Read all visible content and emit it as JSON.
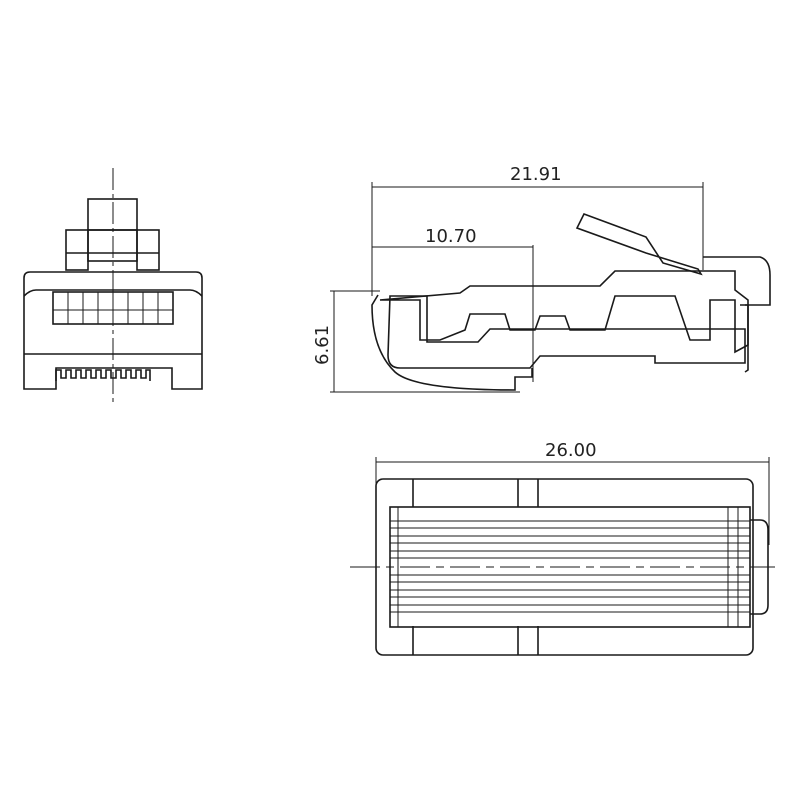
{
  "drawing": {
    "subject": "RJ45 modular plug technical drawing",
    "views": [
      "front-view",
      "side-section-view",
      "top-view"
    ],
    "dimensions": {
      "overall_length_top": "21.91",
      "partial_length": "10.70",
      "height": "6.61",
      "bottom_view_length": "26.00"
    },
    "contacts_count": 8,
    "colors": {
      "line": "#1a1a1a",
      "background": "#ffffff"
    }
  }
}
